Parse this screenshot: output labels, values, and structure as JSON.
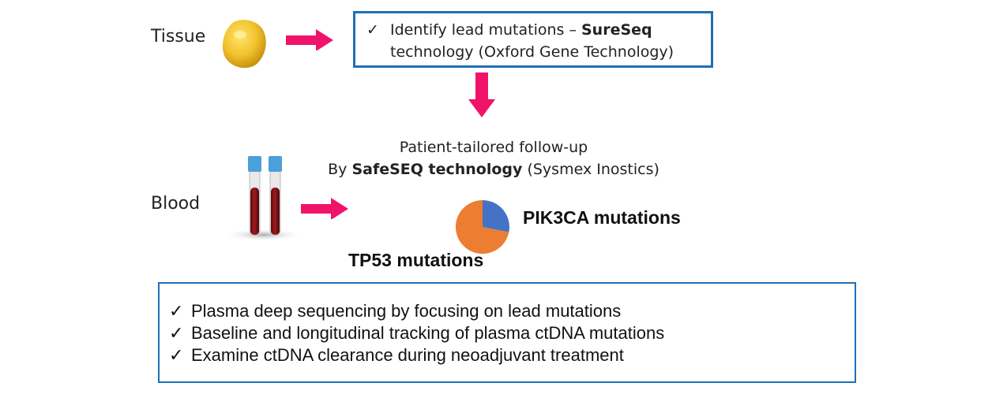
{
  "labels": {
    "tissue": "Tissue",
    "blood": "Blood"
  },
  "top_box": {
    "check": "✓",
    "line1_prefix": "Identify lead mutations – ",
    "line1_bold": "SureSeq",
    "line2": "technology (Oxford Gene Technology)"
  },
  "followup": {
    "line1": "Patient-tailored follow-up",
    "line2_prefix": "By ",
    "line2_bold": "SafeSEQ technology",
    "line2_suffix": " (Sysmex Inostics)"
  },
  "pie": {
    "label_pik3ca": "PIK3CA mutations",
    "label_tp53": "TP53 mutations",
    "colors": {
      "pik3ca": "#4472c4",
      "tp53": "#ed7d31"
    }
  },
  "bottom_box": {
    "check": "✓",
    "items": [
      "Plasma deep sequencing by focusing on lead mutations",
      "Baseline and longitudinal tracking of plasma ctDNA mutations",
      "Examine ctDNA clearance during neoadjuvant treatment"
    ]
  },
  "colors": {
    "arrow": "#f0136a",
    "box_border": "#1f6fb5",
    "tube_cap": "#4aa0d8",
    "blood": "#8e1418",
    "tissue": "#f2c12e"
  }
}
